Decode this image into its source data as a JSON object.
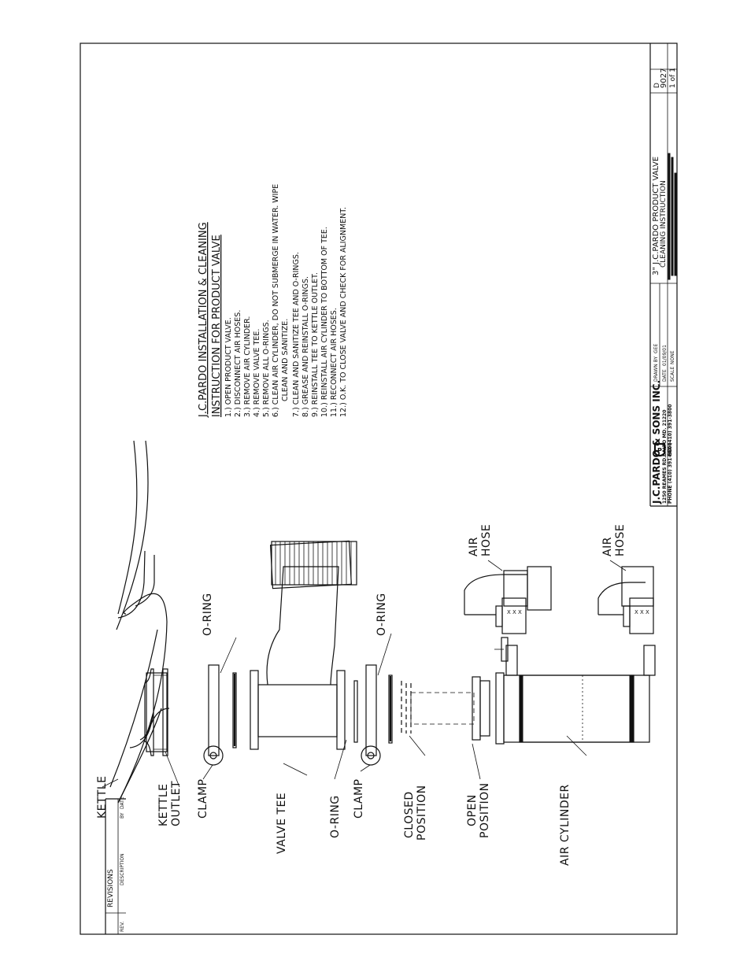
{
  "labels": {
    "kettle": "KETTLE",
    "kettle_outlet_1": "KETTLE",
    "kettle_outlet_2": "OUTLET",
    "clamp_top": "CLAMP",
    "valve_tee": "VALVE TEE",
    "o_ring_left": "O-RING",
    "clamp_bottom": "CLAMP",
    "closed_1": "CLOSED",
    "closed_2": "POSITION",
    "open_1": "OPEN",
    "open_2": "POSITION",
    "air_cylinder": "AIR CYLINDER",
    "o_ring_top": "O-RING",
    "o_ring_mid": "O-RING",
    "air_hose_1a": "AIR",
    "air_hose_1b": "HOSE",
    "air_hose_2a": "AIR",
    "air_hose_2b": "HOSE"
  },
  "instructions": {
    "title_1": "J.C.PARDO INSTALLATION & CLEANING",
    "title_2": "INSTRUCTION FOR PRODUCT VALVE",
    "steps": [
      "1.) OPEN PRODUCT VALVE.",
      "2.) DISCONNECT AIR HOSES.",
      "3.) REMOVE AIR CYLINDER.",
      "4.) REMOVE VALVE TEE.",
      "5.) REMOVE ALL O-RINGS.",
      "6.) CLEAN AIR CYLINDER, DO NOT SUBMERGE IN WATER. WIPE",
      "CLEAN AND SANITIZE.",
      "7.) CLEAN AND SANITIZE TEE AND O-RINGS.",
      "8.) GREASE AND REINSTALL O-RINGS.",
      "9.) REINSTALL TEE TO KETTLE OUTLET.",
      "10.) REINSTALL AIR CYLINDER TO BOTTOM OF TEE.",
      "11.) RECONNECT AIR HOSES.",
      "12.) O.K. TO CLOSE VALVE AND CHECK FOR ALIGNMENT."
    ]
  },
  "revisions": {
    "heading": "REVISIONS",
    "col_rev": "REV.",
    "col_description": "DESCRIPTION",
    "col_by": "BY",
    "col_date": "DATE"
  },
  "title_block": {
    "company": "J.C.PARDO & SONS INC.",
    "address_1": "1250 REAMES RD.",
    "address_2": "BALTO MD. 21220",
    "phone": "PHONE (410) 391-0800",
    "fax": "FAX (410) 391-3800",
    "drawn_by": "GEE",
    "date": "01/09/01",
    "scale": "NONE",
    "drawing_title_1": "3\" J.C.PARDO PRODUCT VALVE",
    "drawing_title_2": "CLEANING INSTRUCTION",
    "size": "D",
    "drawing_number": "9027",
    "sheet": "1 of 1"
  }
}
